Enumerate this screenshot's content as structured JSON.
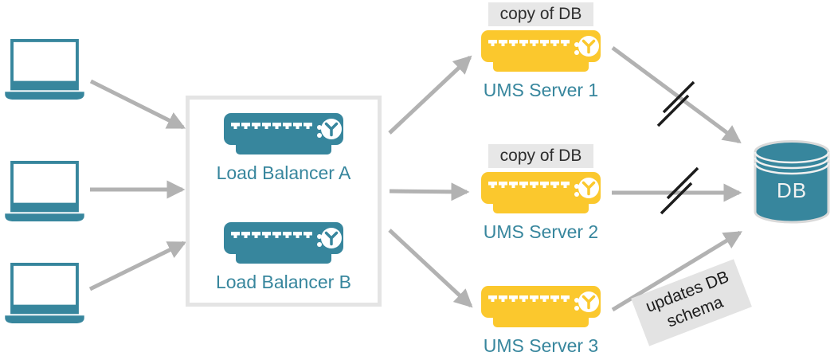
{
  "colors": {
    "teal": "#37869D",
    "yellow": "#FBC82D",
    "arrow-gray": "#B2B2B2",
    "box-border": "#E4E4E4",
    "badge-bg": "#E7E7E7",
    "badge-text": "#2E2E2E",
    "note-bg": "#E3E3E3",
    "note-text": "#1C1C1C",
    "slash-black": "#1C1C1C",
    "db-outline": "#D9D9D9"
  },
  "clients": {
    "icon": "laptop-icon",
    "count": 3
  },
  "load_balancers": {
    "icon": "rack-switch-icon",
    "items": [
      {
        "label": "Load Balancer A"
      },
      {
        "label": "Load Balancer B"
      }
    ]
  },
  "ums_servers": {
    "icon": "rack-switch-icon",
    "items": [
      {
        "label": "UMS Server 1",
        "badge": "copy of DB"
      },
      {
        "label": "UMS Server 2",
        "badge": "copy of DB"
      },
      {
        "label": "UMS Server 3"
      }
    ]
  },
  "database": {
    "icon": "database-cylinder-icon",
    "label": "DB"
  },
  "annotations": {
    "schema_note_line1": "updates DB",
    "schema_note_line2": "schema"
  }
}
